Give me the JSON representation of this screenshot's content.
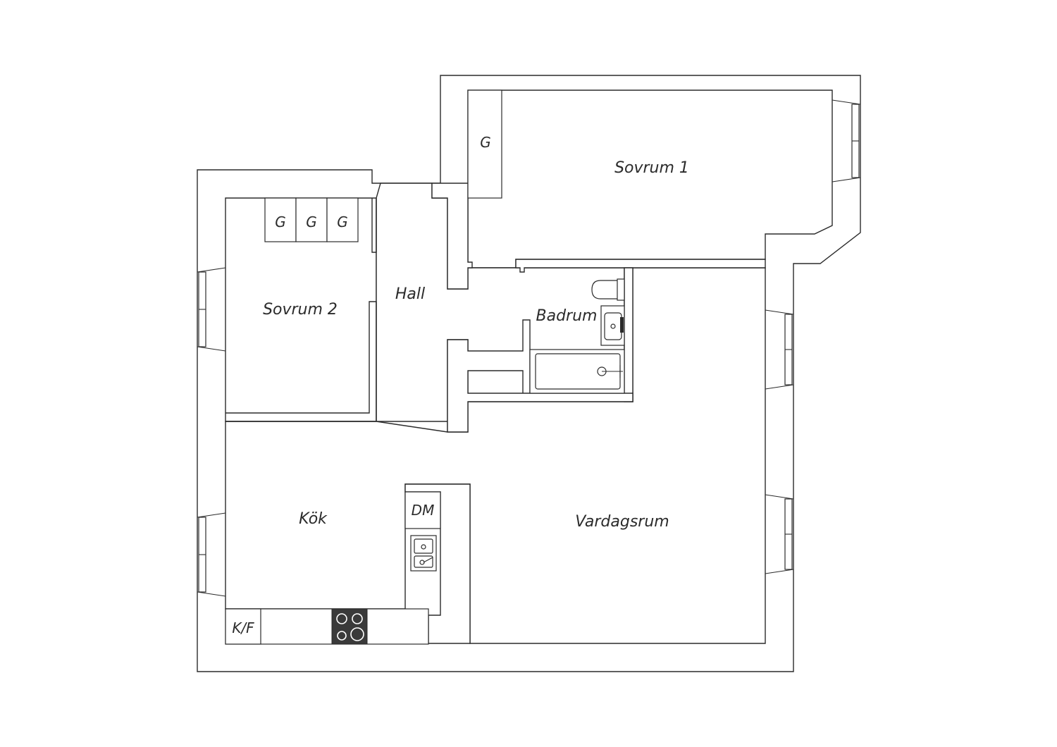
{
  "rooms": {
    "sovrum1": "Sovrum 1",
    "sovrum2": "Sovrum 2",
    "hall": "Hall",
    "badrum": "Badrum",
    "kok": "Kök",
    "vardagsrum": "Vardagsrum"
  },
  "fixtures": {
    "closet": "G",
    "dishwasher": "DM",
    "fridge_freezer": "K/F"
  }
}
